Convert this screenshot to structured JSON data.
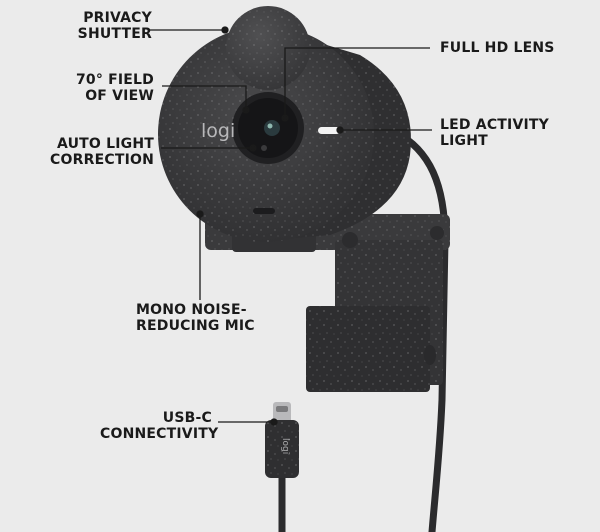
{
  "product": {
    "brand_mark": "logi",
    "cable_brand_mark": "logi",
    "colors": {
      "background": "#ebebeb",
      "body": "#3c3c3e",
      "body_dark": "#2d2d2f",
      "led": "#f2f2f2",
      "text": "#1a1a1a"
    }
  },
  "callouts": {
    "privacy_shutter": [
      "PRIVACY",
      "SHUTTER"
    ],
    "field_of_view": [
      "70° FIELD",
      "OF VIEW"
    ],
    "auto_light": [
      "AUTO LIGHT",
      "CORRECTION"
    ],
    "mono_mic": [
      "MONO NOISE-",
      "REDUCING MIC"
    ],
    "usb_c": [
      "USB-C",
      "CONNECTIVITY"
    ],
    "full_hd_lens": [
      "FULL HD LENS"
    ],
    "led_activity": [
      "LED ACTIVITY",
      "LIGHT"
    ]
  }
}
